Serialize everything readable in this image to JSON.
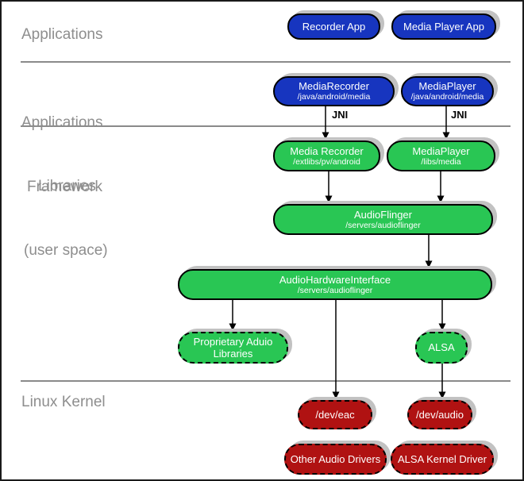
{
  "colors": {
    "blue": "#1735bf",
    "green": "#29c654",
    "red": "#b01212",
    "shadow": "#c2c2c2",
    "divider": "#8a8a8a",
    "layer_label": "#8e8e8e",
    "box_text": "#ffffff",
    "border": "#000000"
  },
  "layer_labels": {
    "applications": "Applications",
    "framework_line1": "Applications",
    "framework_line2": "Framework",
    "libraries_line1": "Libraries",
    "libraries_line2": "(user space)",
    "linux_kernel": "Linux Kernel"
  },
  "jni": {
    "left": "JNI",
    "right": "JNI"
  },
  "nodes": {
    "recorder_app": {
      "title": "Recorder App"
    },
    "media_player_app": {
      "title": "Media Player App"
    },
    "media_recorder_framework": {
      "title": "MediaRecorder",
      "subtitle": "/java/android/media"
    },
    "media_player_framework": {
      "title": "MediaPlayer",
      "subtitle": "/java/android/media"
    },
    "media_recorder_lib": {
      "title": "Media Recorder",
      "subtitle": "/extlibs/pv/android"
    },
    "media_player_lib": {
      "title": "MediaPlayer",
      "subtitle": "/libs/media"
    },
    "audio_flinger": {
      "title": "AudioFlinger",
      "subtitle": "/servers/audioflinger"
    },
    "audio_hardware_interface": {
      "title": "AudioHardwareInterface",
      "subtitle": "/servers/audioflinger"
    },
    "proprietary_audio_libraries": {
      "title": "Proprietary Aduio Libraries"
    },
    "alsa": {
      "title": "ALSA"
    },
    "dev_eac": {
      "title": "/dev/eac"
    },
    "dev_audio": {
      "title": "/dev/audio"
    },
    "other_audio_drivers": {
      "title": "Other Audio Drivers"
    },
    "alsa_kernel_driver": {
      "title": "ALSA Kernel Driver"
    }
  }
}
